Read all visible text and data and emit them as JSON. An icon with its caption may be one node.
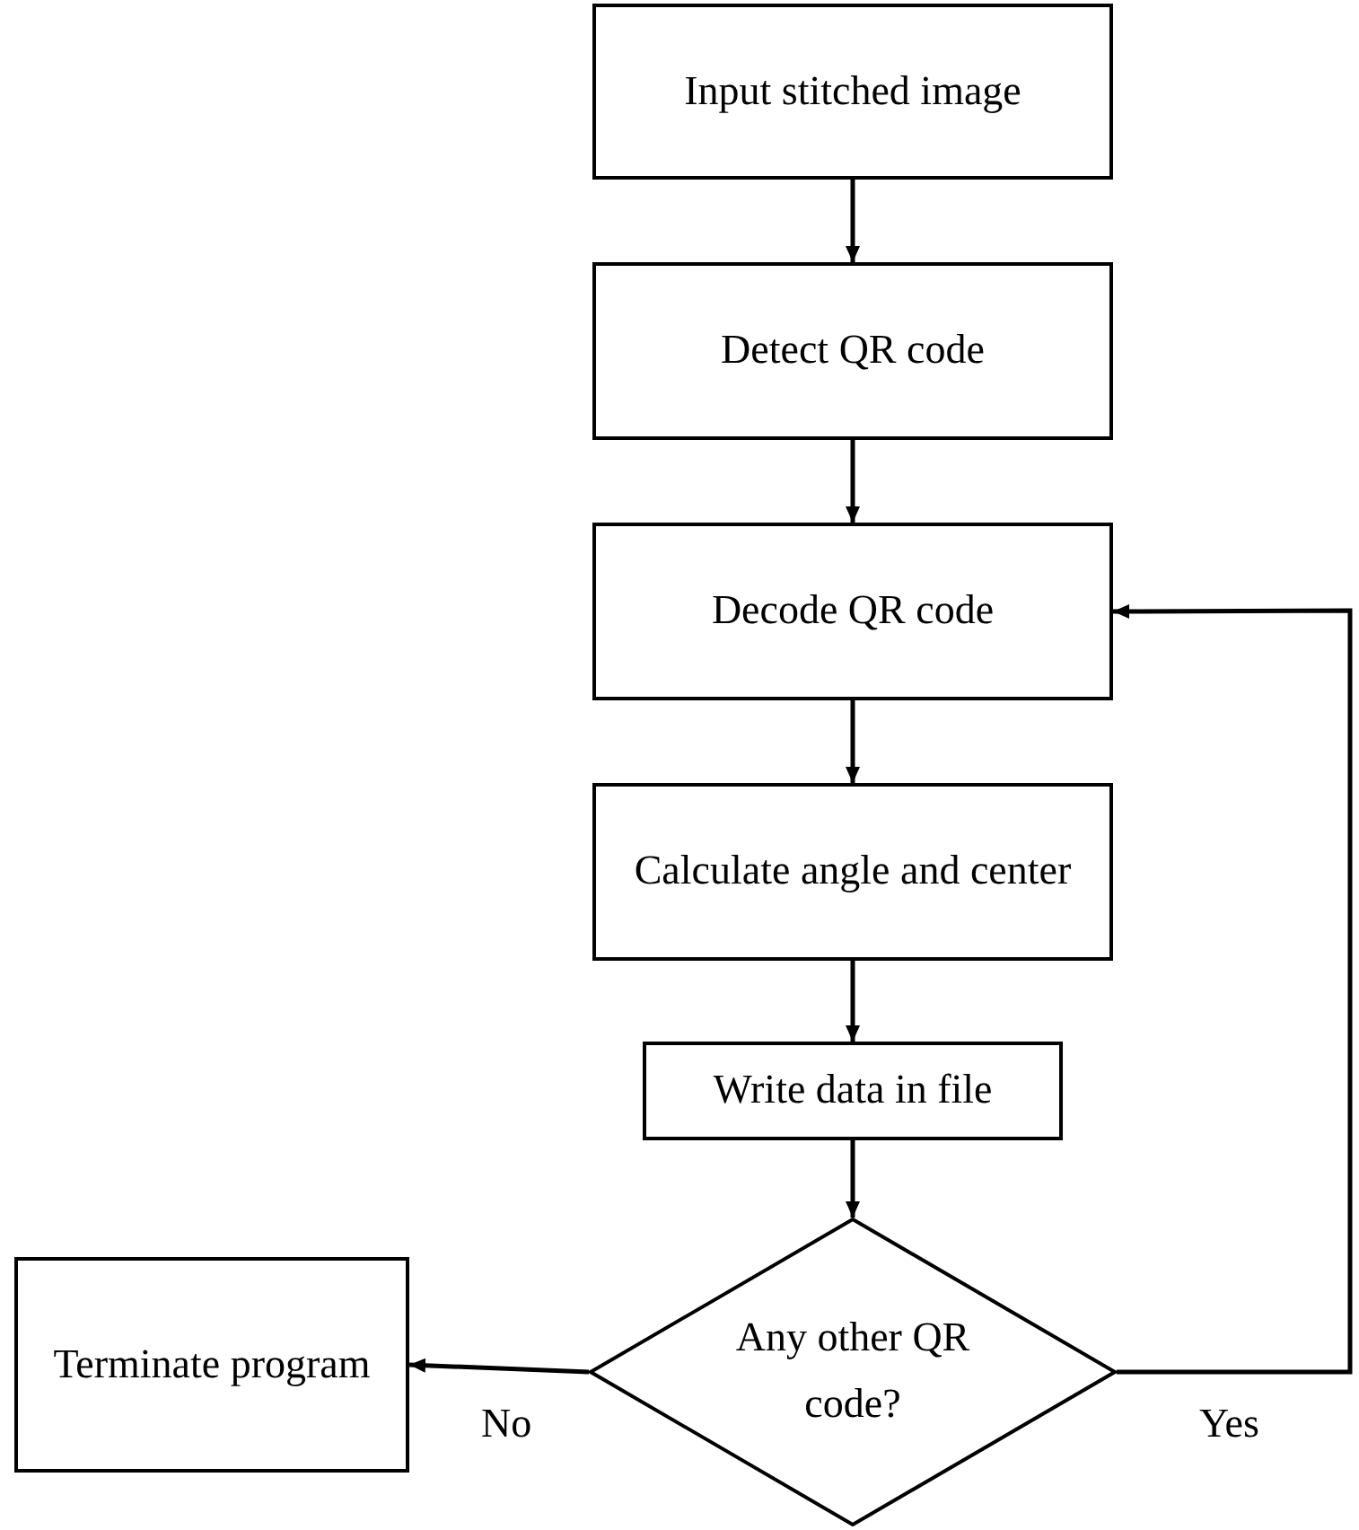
{
  "diagram": {
    "nodes": [
      {
        "text": [
          "Input stitched image"
        ]
      },
      {
        "text": [
          "Detect QR code"
        ]
      },
      {
        "text": [
          "Decode QR code"
        ]
      },
      {
        "text": [
          "Calculate angle and center"
        ]
      },
      {
        "text": [
          "Write data in file"
        ]
      },
      {
        "text": [
          "Any other QR code?"
        ]
      },
      {
        "text": [
          "Terminate program"
        ]
      }
    ],
    "edges": [
      {
        "from": 0,
        "to": 1,
        "arrow": "to"
      },
      {
        "from": 1,
        "to": 2,
        "arrow": "to"
      },
      {
        "from": 2,
        "to": 3,
        "arrow": "to"
      },
      {
        "from": 3,
        "to": 4,
        "arrow": "to"
      },
      {
        "from": 4,
        "to": 5,
        "arrow": "to"
      },
      {
        "from": 5,
        "to": 6,
        "label": "No",
        "arrow": "to"
      },
      {
        "from": 5,
        "to": 2,
        "label": "Yes",
        "arrow": "to"
      }
    ]
  }
}
